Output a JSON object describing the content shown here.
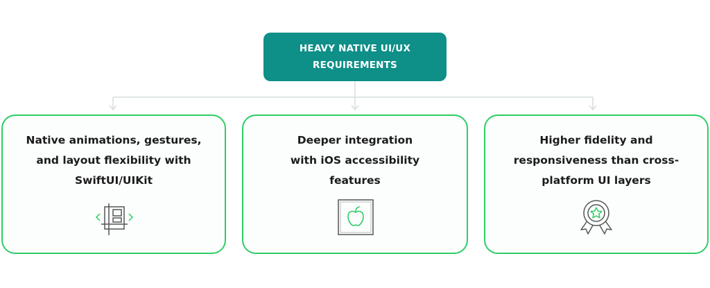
{
  "root": {
    "line1": "HEAVY NATIVE UI/UX",
    "line2": "REQUIREMENTS"
  },
  "cards": [
    {
      "lines": [
        "Native animations, gestures,",
        "and layout flexibility with",
        "SwiftUI/UIKit"
      ],
      "icon": "layout-grid-icon"
    },
    {
      "lines": [
        "Deeper integration",
        "with iOS accessibility",
        "features"
      ],
      "icon": "apple-logo-icon"
    },
    {
      "lines": [
        "Higher fidelity and",
        "responsiveness than cross-",
        "platform UI layers"
      ],
      "icon": "award-badge-icon"
    }
  ],
  "colors": {
    "root_fill": "#0e8f88",
    "card_border": "#2ecc65",
    "connector": "#d6dedc",
    "icon_stroke": "#555555",
    "icon_accent": "#2ecc65"
  }
}
